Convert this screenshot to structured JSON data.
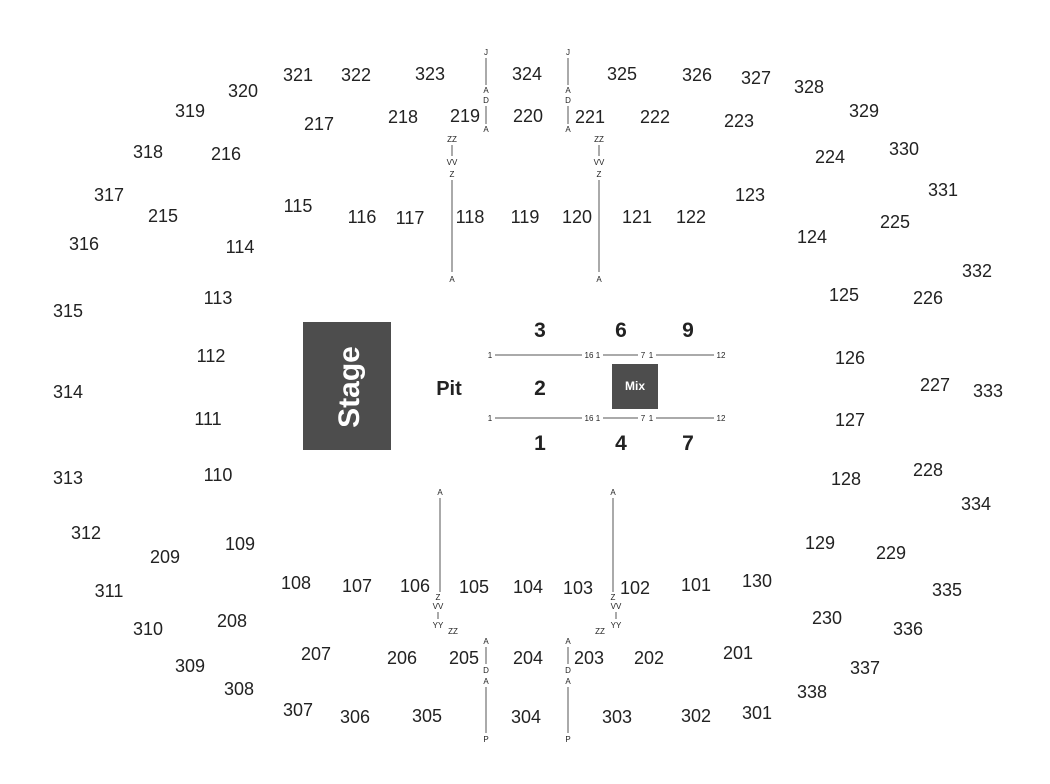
{
  "colors": {
    "block": "#4d4d4d",
    "text": "#222222",
    "line": "#555555"
  },
  "stage": {
    "label": "Stage"
  },
  "mix": {
    "label": "Mix"
  },
  "pit": {
    "label": "Pit"
  },
  "floor_sections": [
    "3",
    "6",
    "9",
    "2",
    "1",
    "4",
    "7"
  ],
  "sections_100": [
    "101",
    "102",
    "103",
    "104",
    "105",
    "106",
    "107",
    "108",
    "109",
    "110",
    "111",
    "112",
    "113",
    "114",
    "115",
    "116",
    "117",
    "118",
    "119",
    "120",
    "121",
    "122",
    "123",
    "124",
    "125",
    "126",
    "127",
    "128",
    "129",
    "130"
  ],
  "sections_200": [
    "201",
    "202",
    "203",
    "204",
    "205",
    "206",
    "207",
    "208",
    "209",
    "215",
    "216",
    "217",
    "218",
    "219",
    "220",
    "221",
    "222",
    "223",
    "224",
    "225",
    "226",
    "227",
    "228",
    "229",
    "230"
  ],
  "sections_300": [
    "301",
    "302",
    "303",
    "304",
    "305",
    "306",
    "307",
    "308",
    "309",
    "310",
    "311",
    "312",
    "313",
    "314",
    "315",
    "316",
    "317",
    "318",
    "319",
    "320",
    "321",
    "322",
    "323",
    "324",
    "325",
    "326",
    "327",
    "328",
    "329",
    "330",
    "331",
    "332",
    "333",
    "334",
    "335",
    "336",
    "337",
    "338"
  ],
  "row_labels": [
    "J",
    "A",
    "D",
    "A",
    "ZZ",
    "VV",
    "Z",
    "A",
    "P",
    "YY",
    "1",
    "16",
    "7",
    "12"
  ]
}
